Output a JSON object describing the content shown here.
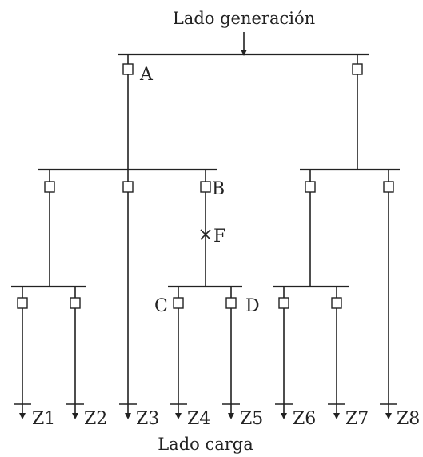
{
  "header": {
    "title": "Lado generación"
  },
  "footer": {
    "title": "Lado carga"
  },
  "labels": {
    "a": "A",
    "b": "B",
    "c": "C",
    "d": "D",
    "f": "F",
    "z1": "Z1",
    "z2": "Z2",
    "z3": "Z3",
    "z4": "Z4",
    "z5": "Z5",
    "z6": "Z6",
    "z7": "Z7",
    "z8": "Z8"
  },
  "icons": {
    "fault": "fault-cross-icon",
    "breaker": "breaker-icon",
    "load": "load-arrow-icon"
  }
}
